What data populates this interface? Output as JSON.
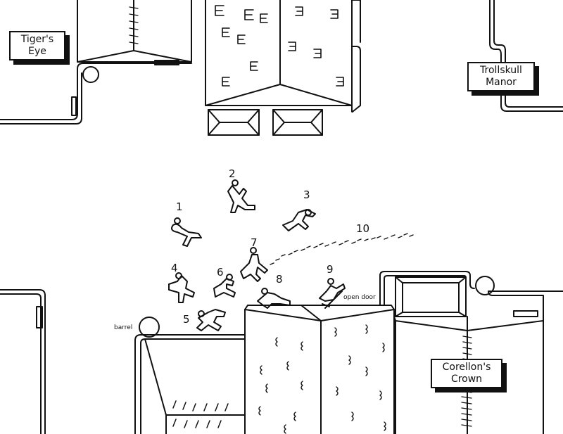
{
  "buildings": {
    "tigers_eye": {
      "line1": "Tiger's",
      "line2": "Eye"
    },
    "trollskull_manor": {
      "line1": "Trollskull",
      "line2": "Manor"
    },
    "corellons_crown": {
      "line1": "Corellon's",
      "line2": "Crown"
    }
  },
  "positions": [
    "1",
    "2",
    "3",
    "4",
    "5",
    "6",
    "7",
    "8",
    "9",
    "10"
  ],
  "labels": {
    "barrel": "barrel",
    "open_door": "open door"
  },
  "colors": {
    "ink": "#111111",
    "paper": "#ffffff"
  }
}
